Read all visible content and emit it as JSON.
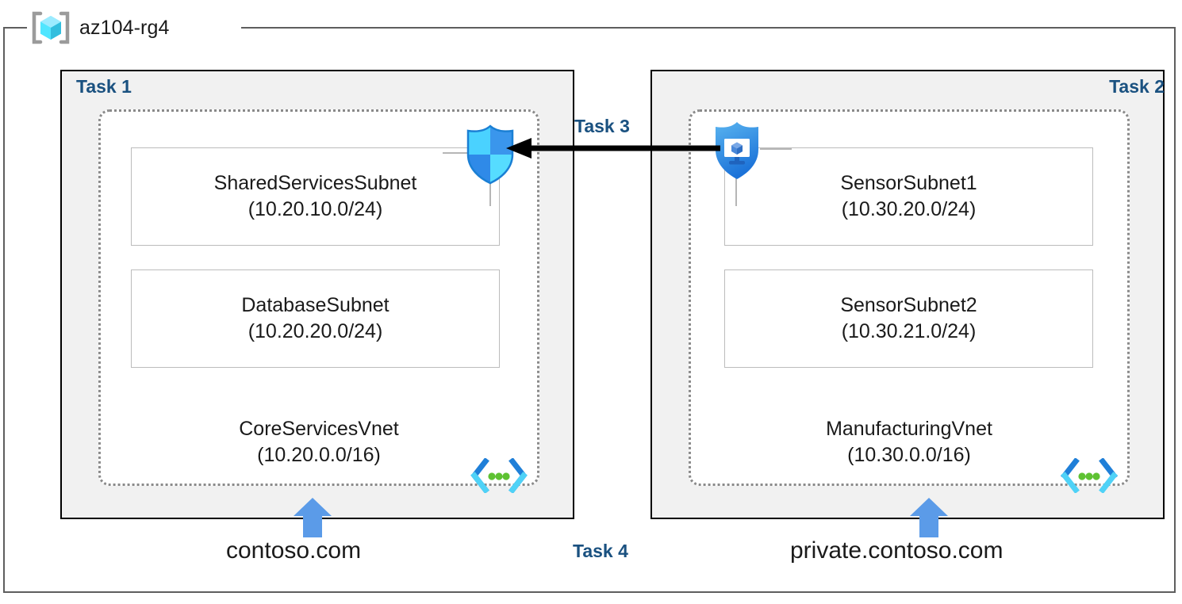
{
  "resource_group": {
    "name": "az104-rg4",
    "icon": "resource-group-cube-icon"
  },
  "tasks": {
    "task1_label": "Task 1",
    "task2_label": "Task 2",
    "task3_label": "Task 3",
    "task4_label": "Task 4"
  },
  "left_panel": {
    "vnet": {
      "name": "CoreServicesVnet",
      "cidr": "(10.20.0.0/16)",
      "icon": "virtual-network-icon"
    },
    "subnets": [
      {
        "name": "SharedServicesSubnet",
        "cidr": "(10.20.10.0/24)"
      },
      {
        "name": "DatabaseSubnet",
        "cidr": "(10.20.20.0/24)"
      }
    ],
    "security_icon": "network-security-group-shield-icon",
    "dns_zone": "contoso.com"
  },
  "right_panel": {
    "vnet": {
      "name": "ManufacturingVnet",
      "cidr": "(10.30.0.0/16)",
      "icon": "virtual-network-icon"
    },
    "subnets": [
      {
        "name": "SensorSubnet1",
        "cidr": "(10.30.20.0/24)"
      },
      {
        "name": "SensorSubnet2",
        "cidr": "(10.30.21.0/24)"
      }
    ],
    "security_icon": "application-security-group-shield-icon",
    "dns_zone": "private.contoso.com"
  },
  "colors": {
    "task_label": "#1a5180",
    "panel_fill": "#f1f1f1",
    "panel_border": "#000000",
    "vnet_border": "#8a8a8a",
    "subnet_border": "#bcbcbc",
    "frame_border": "#5e5e5e",
    "dns_arrow": "#5b9be8",
    "connector_arrow": "#000000",
    "azure_cyan": "#32c8f0",
    "azure_blue": "#2a8fe0"
  }
}
